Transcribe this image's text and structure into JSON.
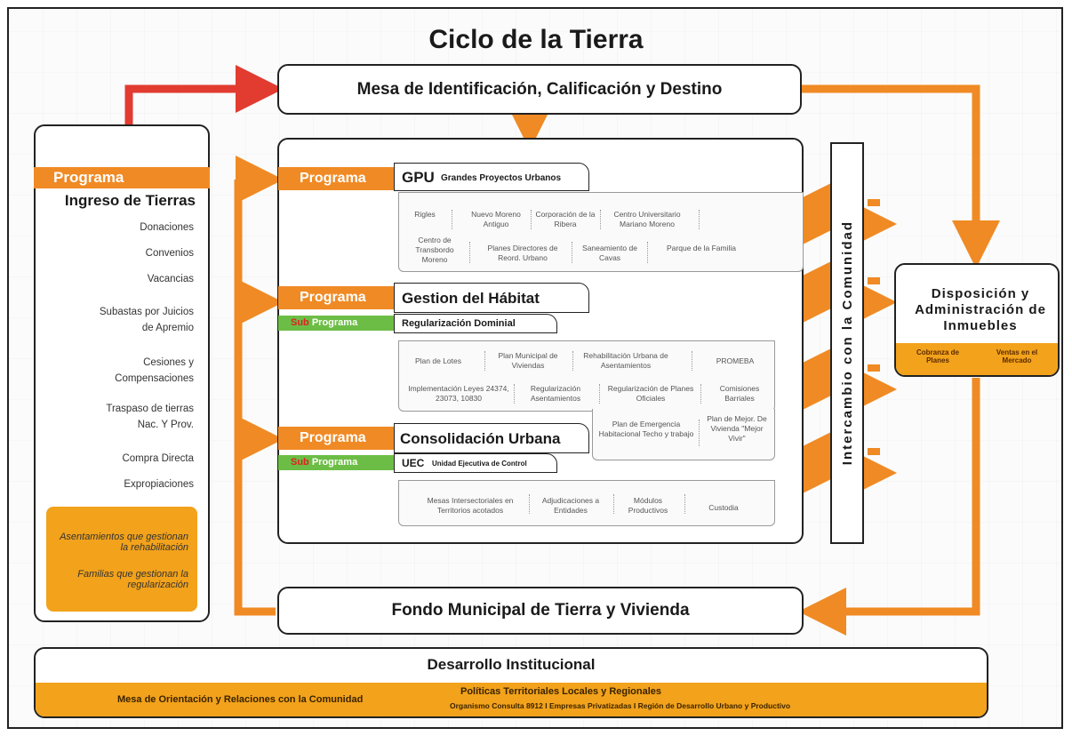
{
  "title": "Ciclo de la Tierra",
  "mesa_box": "Mesa de Identificación, Calificación y Destino",
  "fondo_box": "Fondo Municipal de Tierra y Vivienda",
  "comunidad_box": "Intercambio con la Comunidad",
  "left_panel": {
    "program_label": "Programa",
    "heading": "Ingreso de Tierras",
    "items": [
      "Donaciones",
      "Convenios",
      "Vacancias",
      "Subastas por Juicios",
      "de Apremio",
      "Cesiones y",
      "Compensaciones",
      "Traspaso de tierras",
      "Nac. Y Prov.",
      "Compra Directa",
      "Expropiaciones"
    ],
    "note_1": "Asentamientos que gestionan la rehabilitación",
    "note_2": "Familias que gestionan la regularización"
  },
  "programs": {
    "label": "Programa",
    "sub_label": "Sub",
    "sub_label_2": "Programa",
    "gpu": {
      "abbr": "GPU",
      "name": "Grandes Proyectos Urbanos",
      "items": [
        "Rigles",
        "Nuevo Moreno Antiguo",
        "Corporación de la Ribera",
        "Centro Universitario Mariano Moreno",
        "Centro de Transbordo Moreno",
        "Planes Directores de Reord. Urbano",
        "Saneamiento de Cavas",
        "Parque de la Familia"
      ]
    },
    "habitat": {
      "name": "Gestion del Hábitat",
      "sub_name": "Regularización Dominial",
      "items": [
        "Plan de Lotes",
        "Plan Municipal de Viviendas",
        "Rehabilitación Urbana de Asentamientos",
        "PROMEBA",
        "Implementación Leyes 24374, 23073, 10830",
        "Regularización Asentamientos",
        "Regularización de Planes Oficiales",
        "Comisiones Barriales",
        "Plan de Emergencia Habitacional Techo y trabajo",
        "Plan de Mejor. De Vivienda \"Mejor Vivir\""
      ]
    },
    "consolidacion": {
      "name": "Consolidación Urbana",
      "sub_abbr": "UEC",
      "sub_name": "Unidad Ejecutiva de Control",
      "items": [
        "Mesas Intersectoriales en Territorios acotados",
        "Adjudicaciones a Entidades",
        "Módulos Productivos",
        "Custodia"
      ]
    }
  },
  "disposicion": {
    "heading": "Disposición y Administración de Inmuebles",
    "cobranza": "Cobranza de Planes",
    "ventas": "Ventas en el Mercado"
  },
  "desarrollo": {
    "heading": "Desarrollo Institucional",
    "left": "Mesa de Orientación y Relaciones con la Comunidad",
    "right_title": "Políticas Territoriales Locales y Regionales",
    "right_sub": "Organismo Consulta 8912  I  Empresas Privatizadas  I  Región de Desarrollo Urbano y Productivo"
  },
  "colors": {
    "orange": "#f08a24",
    "gold": "#f2a21b",
    "green": "#6cbd45",
    "red": "#e23b30"
  }
}
